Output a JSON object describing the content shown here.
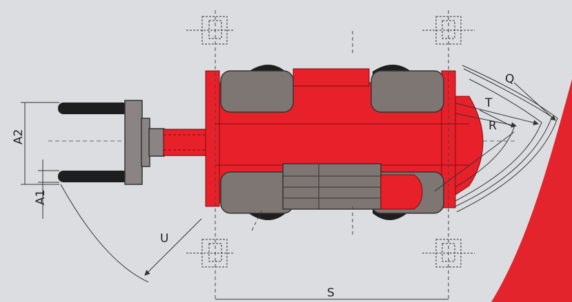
{
  "labels": {
    "a2": "A2",
    "a1": "A1",
    "u": "U",
    "s": "S",
    "q": "Q",
    "t": "T",
    "r": "R"
  },
  "colors": {
    "background": "#dcdde0",
    "body_red": "#e8202a",
    "dark_red": "#b01018",
    "tire_gray": "#7d7672",
    "fork_black": "#1e1e1e",
    "carriage_gray": "#8a8584",
    "corner_red": "#e4242c",
    "line": "#333333"
  },
  "icons": [
    "wheel-turn-icon-top-left",
    "wheel-turn-icon-top-right",
    "wheel-turn-icon-bottom-left",
    "wheel-turn-icon-bottom-right"
  ]
}
